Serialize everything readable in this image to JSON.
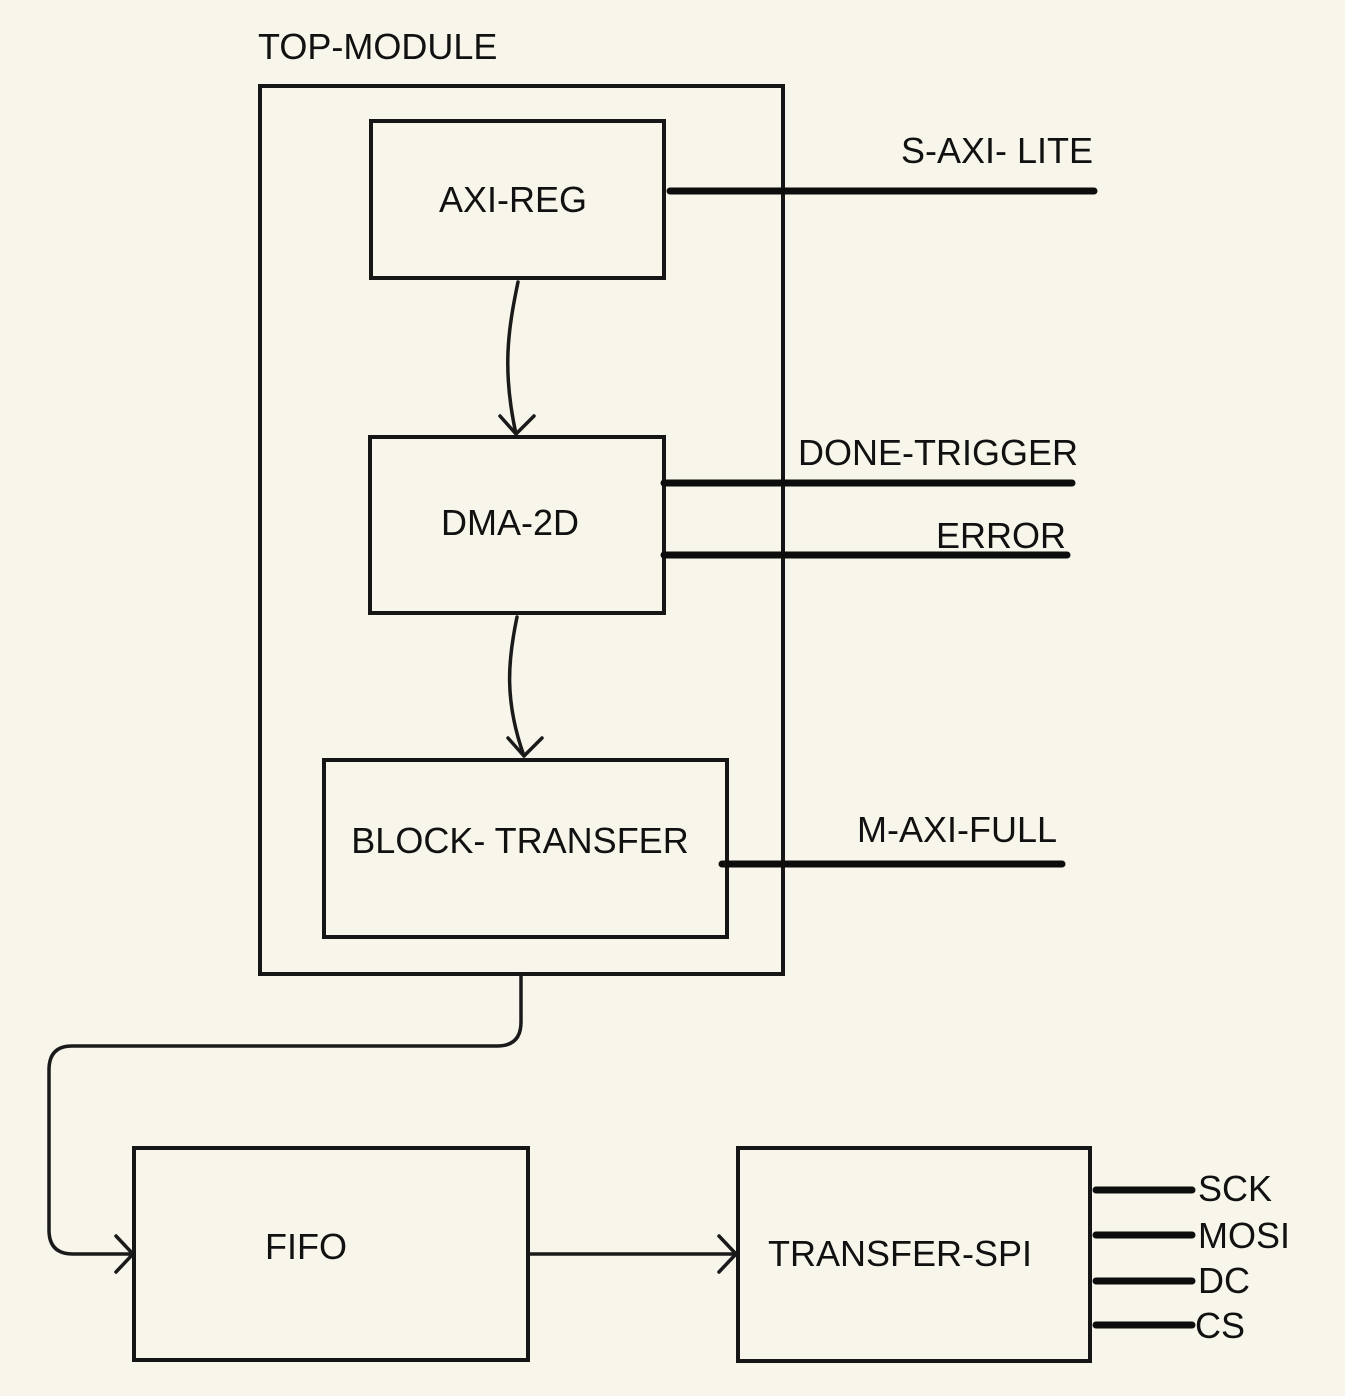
{
  "top_module": {
    "title": "TOP-MODULE",
    "blocks": {
      "axi_reg": "AXI-REG",
      "dma_2d": "DMA-2D",
      "block_transfer": "BLOCK- TRANSFER"
    }
  },
  "external_blocks": {
    "fifo": "FIFO",
    "transfer_spi": "TRANSFER-SPI"
  },
  "signals": {
    "s_axi_lite": "S-AXI- LITE",
    "done_trigger": "DONE-TRIGGER",
    "error": "ERROR",
    "m_axi_full": "M-AXI-FULL"
  },
  "spi_pins": [
    "SCK",
    "MOSI",
    "DC",
    "CS"
  ]
}
